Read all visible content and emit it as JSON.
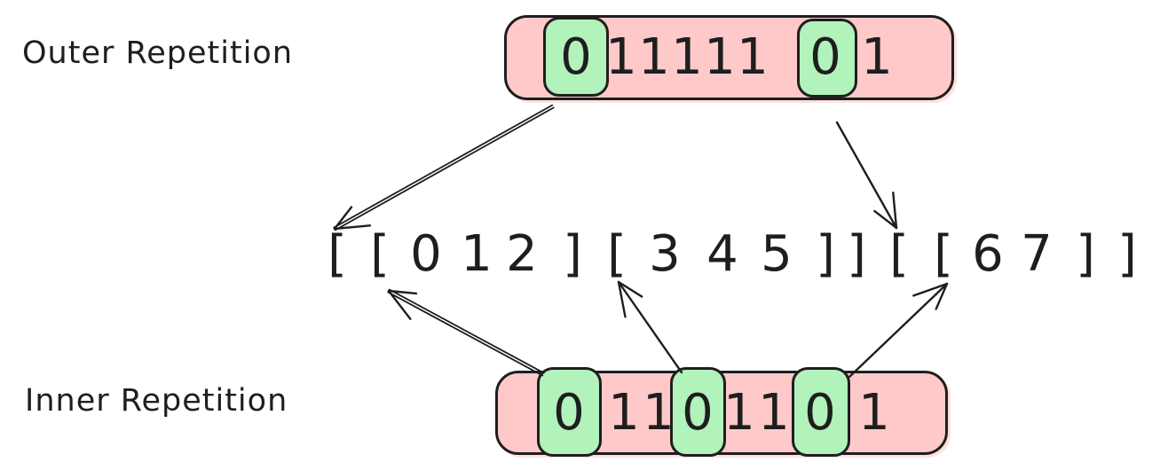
{
  "labels": {
    "outer": "Outer Repetition",
    "inner": "Inner Repetition"
  },
  "colors": {
    "background": "#ffffff",
    "box_fill": "#ffc9c9",
    "highlight_fill": "#b2f2bb",
    "stroke": "#1e1e1e"
  },
  "outer_sequence": {
    "digits": [
      "0",
      "1",
      "1",
      "1",
      "1",
      "1",
      "0",
      "1"
    ],
    "highlighted_indices": [
      0,
      6
    ],
    "highlighted_value": "0"
  },
  "inner_sequence": {
    "digits": [
      "0",
      "1",
      "1",
      "0",
      "1",
      "1",
      "0",
      "1"
    ],
    "highlighted_indices": [
      0,
      3,
      6
    ],
    "highlighted_value": "0"
  },
  "nested_expression": {
    "text": "[ [ 0 1 2 ] [ 3 4 5 ] ] [ [ 6 7 ] ]",
    "characters": [
      "[",
      "[",
      "0",
      "1",
      "2",
      "]",
      "[",
      "3",
      "4",
      "5",
      "]",
      "]",
      "[",
      "[",
      "6",
      "7",
      "]",
      "]"
    ]
  },
  "arrows": [
    {
      "id": "outer-left",
      "from": "first highlighted 0 of outer repetition",
      "to": "opening bracket of [ [ 0 1 2 ] [ 3 4 5 ] ]"
    },
    {
      "id": "outer-right",
      "from": "second highlighted 0 of outer repetition",
      "to": "opening bracket of [ [ 6 7 ] ]"
    },
    {
      "id": "inner-left",
      "from": "first highlighted 0 of inner repetition",
      "to": "opening bracket of [ 0 1 2 ]"
    },
    {
      "id": "inner-middle",
      "from": "second highlighted 0 of inner repetition",
      "to": "opening bracket of [ 3 4 5 ]"
    },
    {
      "id": "inner-right",
      "from": "third highlighted 0 of inner repetition",
      "to": "opening bracket of [ 6 7 ]"
    }
  ]
}
